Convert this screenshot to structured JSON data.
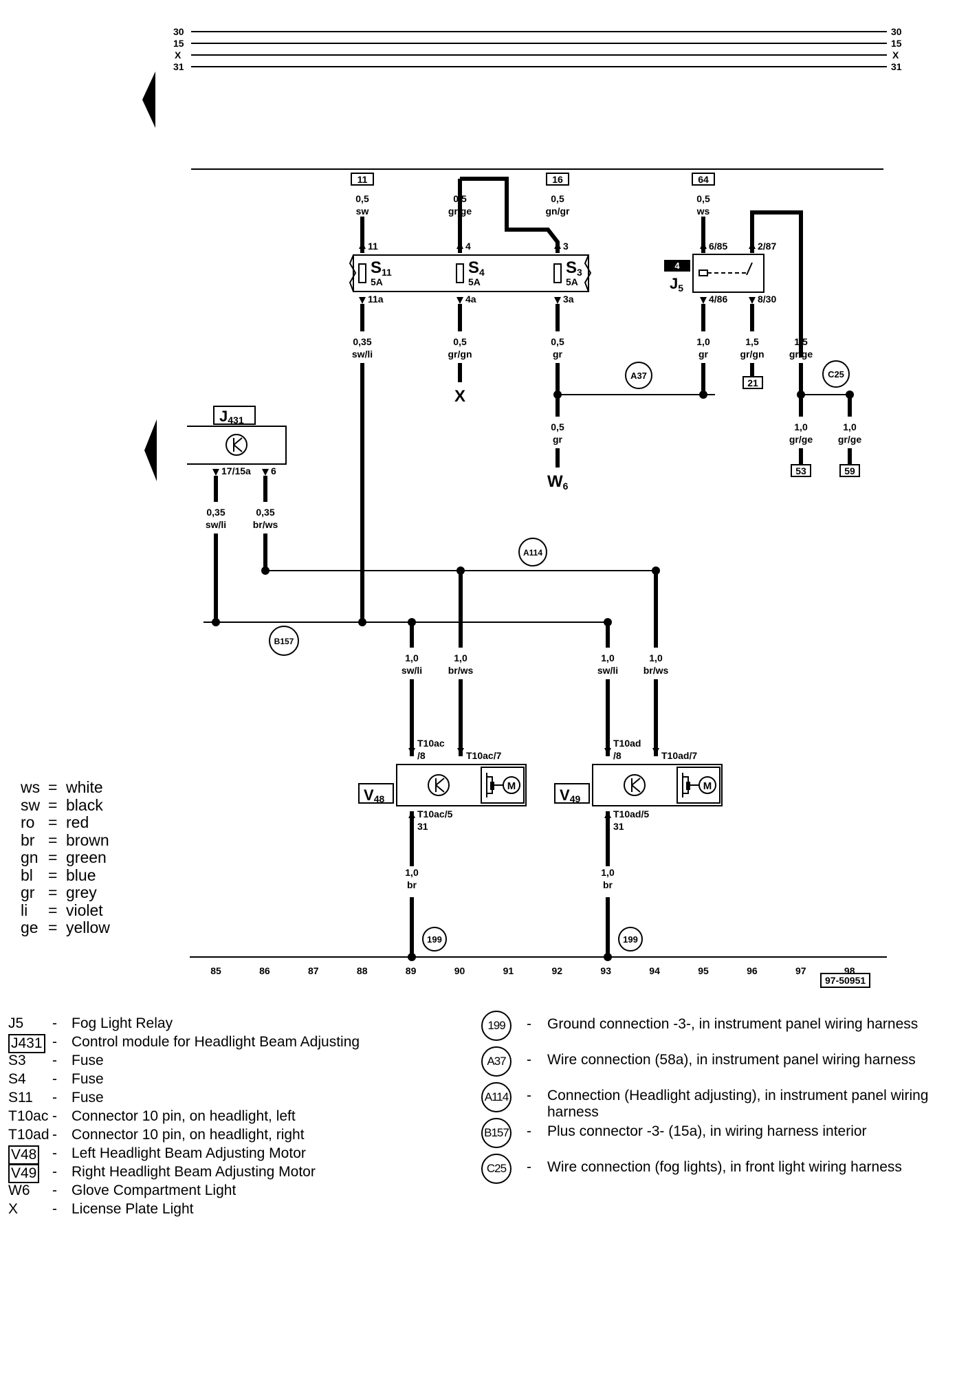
{
  "bus_lines": {
    "labels_left": [
      "30",
      "15",
      "X",
      "31"
    ],
    "labels_right": [
      "30",
      "15",
      "X",
      "31"
    ]
  },
  "fuse_panel": {
    "S11": {
      "id": "S",
      "sub": "11",
      "rating": "5A",
      "in_pin": "11",
      "out_pin": "11a",
      "terminal": "11",
      "wire_in": {
        "gauge": "0,5",
        "color": "sw"
      },
      "wire_out": {
        "gauge": "0,35",
        "color": "sw/li"
      }
    },
    "S4": {
      "id": "S",
      "sub": "4",
      "rating": "5A",
      "in_pin": "4",
      "out_pin": "4a",
      "wire_in": {
        "gauge": "0,5",
        "color": "gr/ge"
      },
      "wire_out": {
        "gauge": "0,5",
        "color": "gr/gn"
      },
      "dest": "X"
    },
    "S3": {
      "id": "S",
      "sub": "3",
      "rating": "5A",
      "in_pin": "3",
      "out_pin": "3a",
      "terminal": "16",
      "wire_in": {
        "gauge": "0,5",
        "color": "gn/gr"
      },
      "wire_out": {
        "gauge": "0,5",
        "color": "gr"
      }
    }
  },
  "relay_J5": {
    "slot": "4",
    "id": "J",
    "sub": "5",
    "terminal": "64",
    "pin_6_85": "6/85",
    "pin_2_87": "2/87",
    "pin_4_86": "4/86",
    "pin_8_30": "8/30",
    "wire_in": {
      "gauge": "0,5",
      "color": "ws"
    },
    "wire_4_86": {
      "gauge": "1,0",
      "color": "gr"
    },
    "wire_8_30": {
      "gauge": "1,5",
      "color": "gr/gn",
      "terminal": "21"
    },
    "wire_2_87": {
      "gauge": "1,5",
      "color": "gr/ge"
    }
  },
  "connections": {
    "A37": "A37",
    "C25": "C25",
    "A114": "A114",
    "B157": "B157",
    "g199_left": "199",
    "g199_right": "199"
  },
  "w6": {
    "wire": {
      "gauge": "0,5",
      "color": "gr"
    },
    "id": "W",
    "sub": "6"
  },
  "fog_outputs": {
    "left": {
      "gauge": "1,0",
      "color": "gr/ge",
      "terminal": "53"
    },
    "right": {
      "gauge": "1,0",
      "color": "gr/ge",
      "terminal": "59"
    }
  },
  "J431": {
    "id": "J",
    "sub": "431",
    "pin_a": "17/15a",
    "pin_b": "6",
    "wire_a": {
      "gauge": "0,35",
      "color": "sw/li"
    },
    "wire_b": {
      "gauge": "0,35",
      "color": "br/ws"
    }
  },
  "V48": {
    "id": "V",
    "sub": "48",
    "pin_top_left": "T10ac",
    "pin_top_left_2": "/8",
    "pin_top_right": "T10ac/7",
    "pin_bottom": "T10ac/5",
    "pin_bottom_2": "31",
    "wire_left": {
      "gauge": "1,0",
      "color": "sw/li"
    },
    "wire_right": {
      "gauge": "1,0",
      "color": "br/ws"
    },
    "wire_ground": {
      "gauge": "1,0",
      "color": "br"
    }
  },
  "V49": {
    "id": "V",
    "sub": "49",
    "pin_top_left": "T10ad",
    "pin_top_left_2": "/8",
    "pin_top_right": "T10ad/7",
    "pin_bottom": "T10ad/5",
    "pin_bottom_2": "31",
    "wire_left": {
      "gauge": "1,0",
      "color": "sw/li"
    },
    "wire_right": {
      "gauge": "1,0",
      "color": "br/ws"
    },
    "wire_ground": {
      "gauge": "1,0",
      "color": "br"
    }
  },
  "motor_symbol": "M",
  "track_numbers": [
    "85",
    "86",
    "87",
    "88",
    "89",
    "90",
    "91",
    "92",
    "93",
    "94",
    "95",
    "96",
    "97",
    "98"
  ],
  "figure_id": "97-50951",
  "color_key": [
    {
      "code": "ws",
      "name": "white"
    },
    {
      "code": "sw",
      "name": "black"
    },
    {
      "code": "ro",
      "name": "red"
    },
    {
      "code": "br",
      "name": "brown"
    },
    {
      "code": "gn",
      "name": "green"
    },
    {
      "code": "bl",
      "name": "blue"
    },
    {
      "code": "gr",
      "name": "grey"
    },
    {
      "code": "li",
      "name": "violet"
    },
    {
      "code": "ge",
      "name": "yellow"
    }
  ],
  "legend_left": [
    {
      "code": "J5",
      "text": "Fog Light Relay"
    },
    {
      "code": "J431",
      "text": "Control module for Headlight Beam Adjusting"
    },
    {
      "code": "S3",
      "text": "Fuse"
    },
    {
      "code": "S4",
      "text": "Fuse"
    },
    {
      "code": "S11",
      "text": "Fuse"
    },
    {
      "code": "T10ac",
      "text": "Connector 10 pin, on headlight, left"
    },
    {
      "code": "T10ad",
      "text": "Connector 10 pin, on headlight, right"
    },
    {
      "code": "V48",
      "text": "Left Headlight Beam Adjusting Motor"
    },
    {
      "code": "V49",
      "text": "Right Headlight Beam Adjusting Motor"
    },
    {
      "code": "W6",
      "text": "Glove Compartment Light"
    },
    {
      "code": "X",
      "text": "License Plate Light"
    }
  ],
  "legend_right": [
    {
      "code": "199",
      "text": "Ground connection -3-, in instrument panel wiring harness"
    },
    {
      "code": "A37",
      "text": "Wire connection (58a), in instrument panel wiring harness"
    },
    {
      "code": "A114",
      "text": "Connection (Headlight adjusting), in instrument panel wiring harness"
    },
    {
      "code": "B157",
      "text": "Plus connector -3- (15a), in wiring harness interior"
    },
    {
      "code": "C25",
      "text": "Wire connection (fog lights), in front light wiring harness"
    }
  ],
  "dash": "-"
}
